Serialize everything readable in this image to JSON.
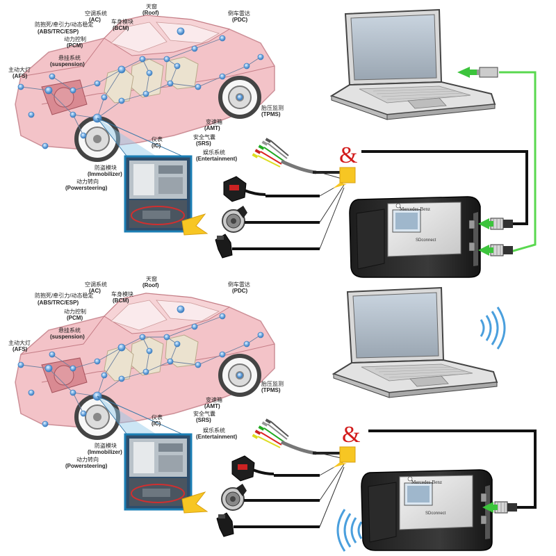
{
  "labels": {
    "abs_cn": "防抱死/牵引力/动态稳定",
    "abs_en": "(ABS/TRC/ESP)",
    "ac_cn": "空调系统",
    "ac_en": "(AC)",
    "roof_cn": "天窗",
    "roof_en": "(Roof)",
    "pdc_cn": "倒车雷达",
    "pdc_en": "(PDC)",
    "bcm_cn": "车身模块",
    "bcm_en": "(BCM)",
    "pcm_cn": "动力控制",
    "pcm_en": "(PCM)",
    "susp_cn": "悬挂系统",
    "susp_en": "(suspension)",
    "afs_cn": "主动大灯",
    "afs_en": "(AFS)",
    "tpms_cn": "胎压监测",
    "tpms_en": "(TPMS)",
    "amt_cn": "变速箱",
    "amt_en": "(AMT)",
    "srs_cn": "安全气囊",
    "srs_en": "(SRS)",
    "ic_cn": "仪表",
    "ic_en": "(IC)",
    "ent_cn": "娱乐系统",
    "ent_en": "(Entertainment)",
    "immo_cn": "防盗模块",
    "immo_en": "(Immobilizer)",
    "ps_cn": "动力转向",
    "ps_en": "(Powersteering)"
  },
  "device": {
    "brand": "Mercedes-Benz",
    "model": "SDconnect"
  },
  "symbols": {
    "ampersand": "&"
  },
  "colors": {
    "car_fill": "#f2b9bf",
    "car_stroke": "#c47c85",
    "node": "#6aa6e0",
    "green_cable": "#59d84f",
    "green_arrow": "#3cc43c",
    "cable": "#111111",
    "accent_red": "#d21a1a",
    "wifi": "#4a9fdd",
    "yellow_arrow": "#f7c623"
  }
}
